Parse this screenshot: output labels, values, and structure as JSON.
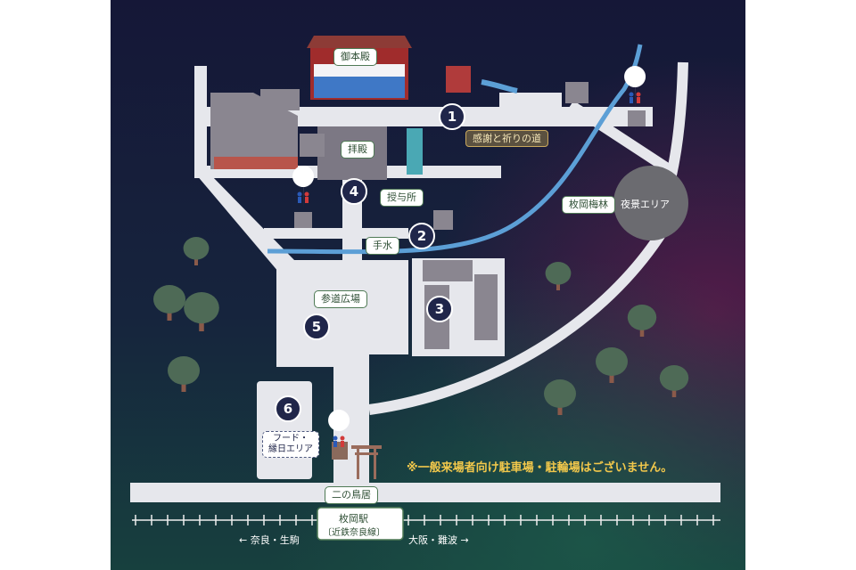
{
  "labels": {
    "gohonden": "御本殿",
    "haiden": "拝殿",
    "juyosho": "授与所",
    "temizu": "手水",
    "sando": "参道広場",
    "bairin": "枚岡梅林",
    "yakei": "夜景エリア",
    "kansha": "感謝と祈りの道",
    "food": "フード・\n縁日エリア",
    "torii": "二の鳥居",
    "station_name": "枚岡駅",
    "station_line": "〔近鉄奈良線〕",
    "west": "← 奈良・生駒",
    "east": "大阪・難波 →",
    "notice": "※一般来場者向け駐車場・駐輪場はございません。"
  },
  "numbers": [
    "1",
    "2",
    "3",
    "4",
    "5",
    "6"
  ],
  "icons": [
    "restroom-icon",
    "restroom-icon",
    "restroom-icon"
  ],
  "colors": {
    "night_bg": "#17193a",
    "path": "#e6e7ec",
    "stream": "#5c9fd6",
    "label_border": "#4f7a55",
    "notice_text": "#f2c84b",
    "number_bg": "#20264a"
  }
}
